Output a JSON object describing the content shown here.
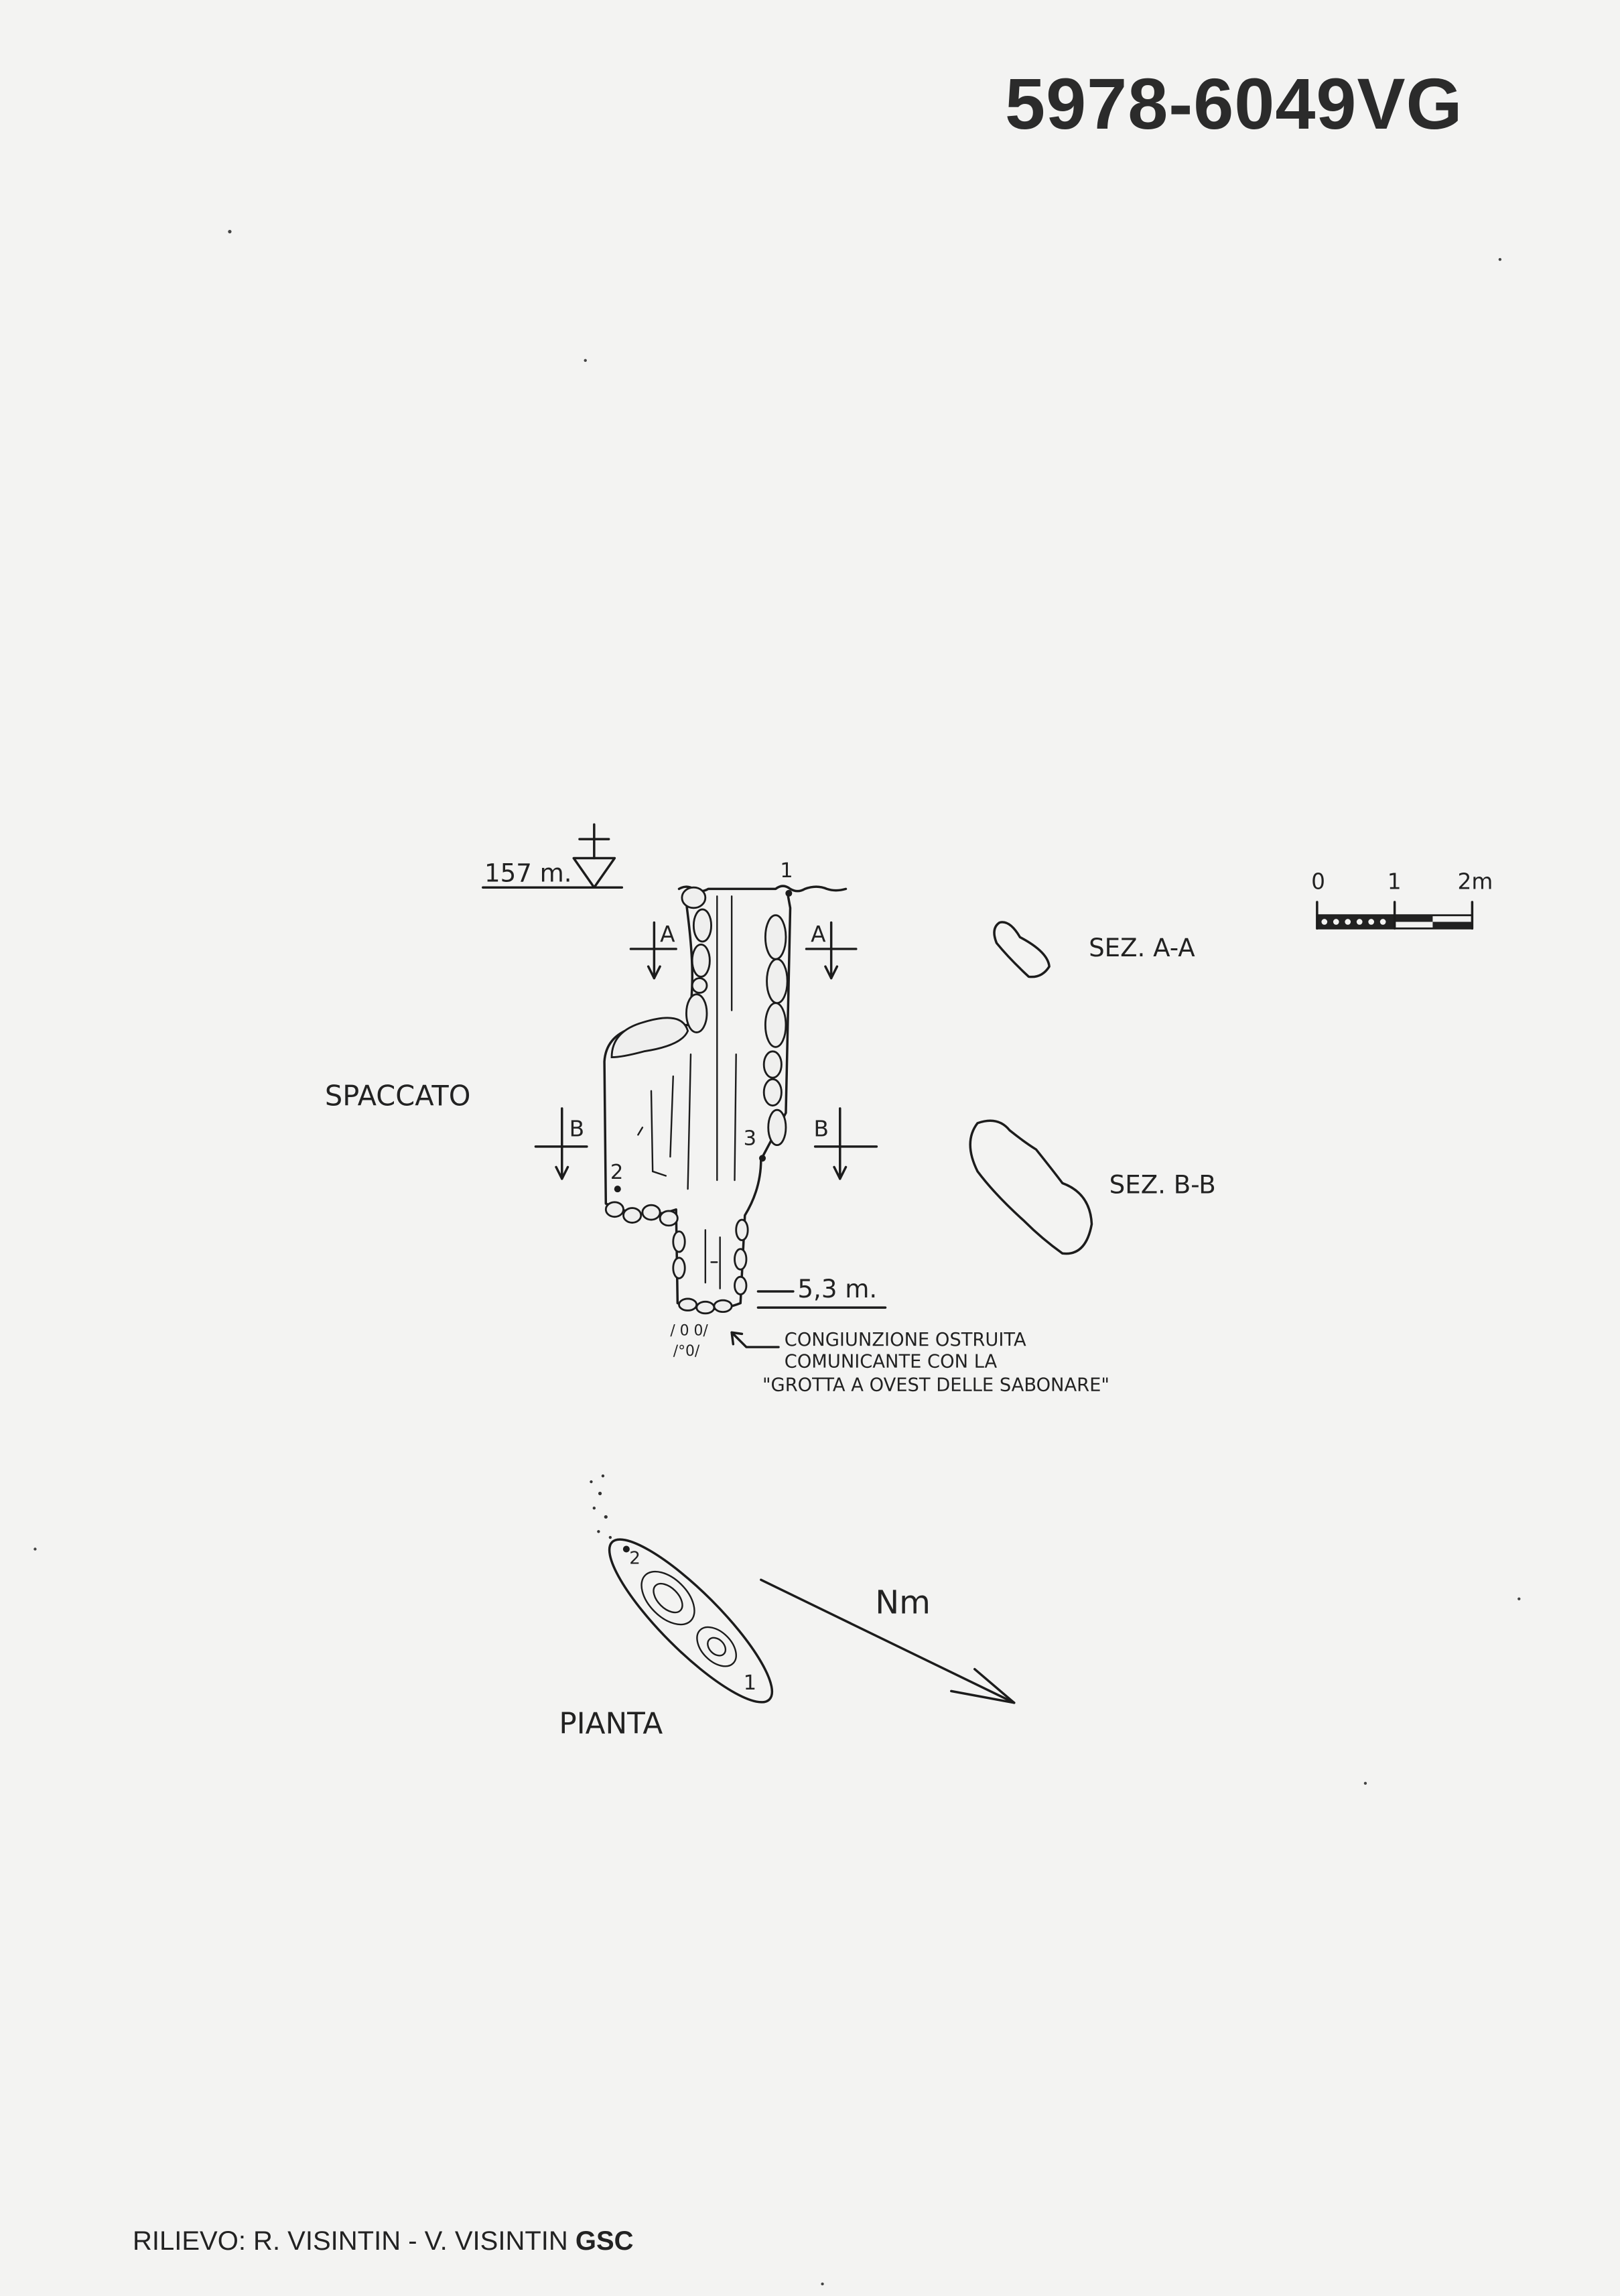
{
  "title": "5978-6049VG",
  "footer": {
    "prefix": "RILIEVO: R. VISINTIN - V. VISINTIN ",
    "group": "GSC"
  },
  "section": {
    "label": "SPACCATO",
    "entrance_altitude": "157 m.",
    "depth": "5,3 m.",
    "station_1": "1",
    "station_2": "2",
    "station_3": "3",
    "cut_a": "A",
    "cut_b": "B",
    "note_line1": "CONGIUNZIONE OSTRUITA",
    "note_line2": "COMUNICANTE CON LA",
    "note_line3": "\"GROTTA A OVEST DELLE SABONARE\""
  },
  "cross_sections": {
    "a_label": "SEZ. A-A",
    "b_label": "SEZ. B-B"
  },
  "scale_bar": {
    "tick0": "0",
    "tick1": "1",
    "tick2": "2m"
  },
  "plan": {
    "label": "PIANTA",
    "north_label": "Nm",
    "station_1": "1",
    "station_2": "2"
  }
}
